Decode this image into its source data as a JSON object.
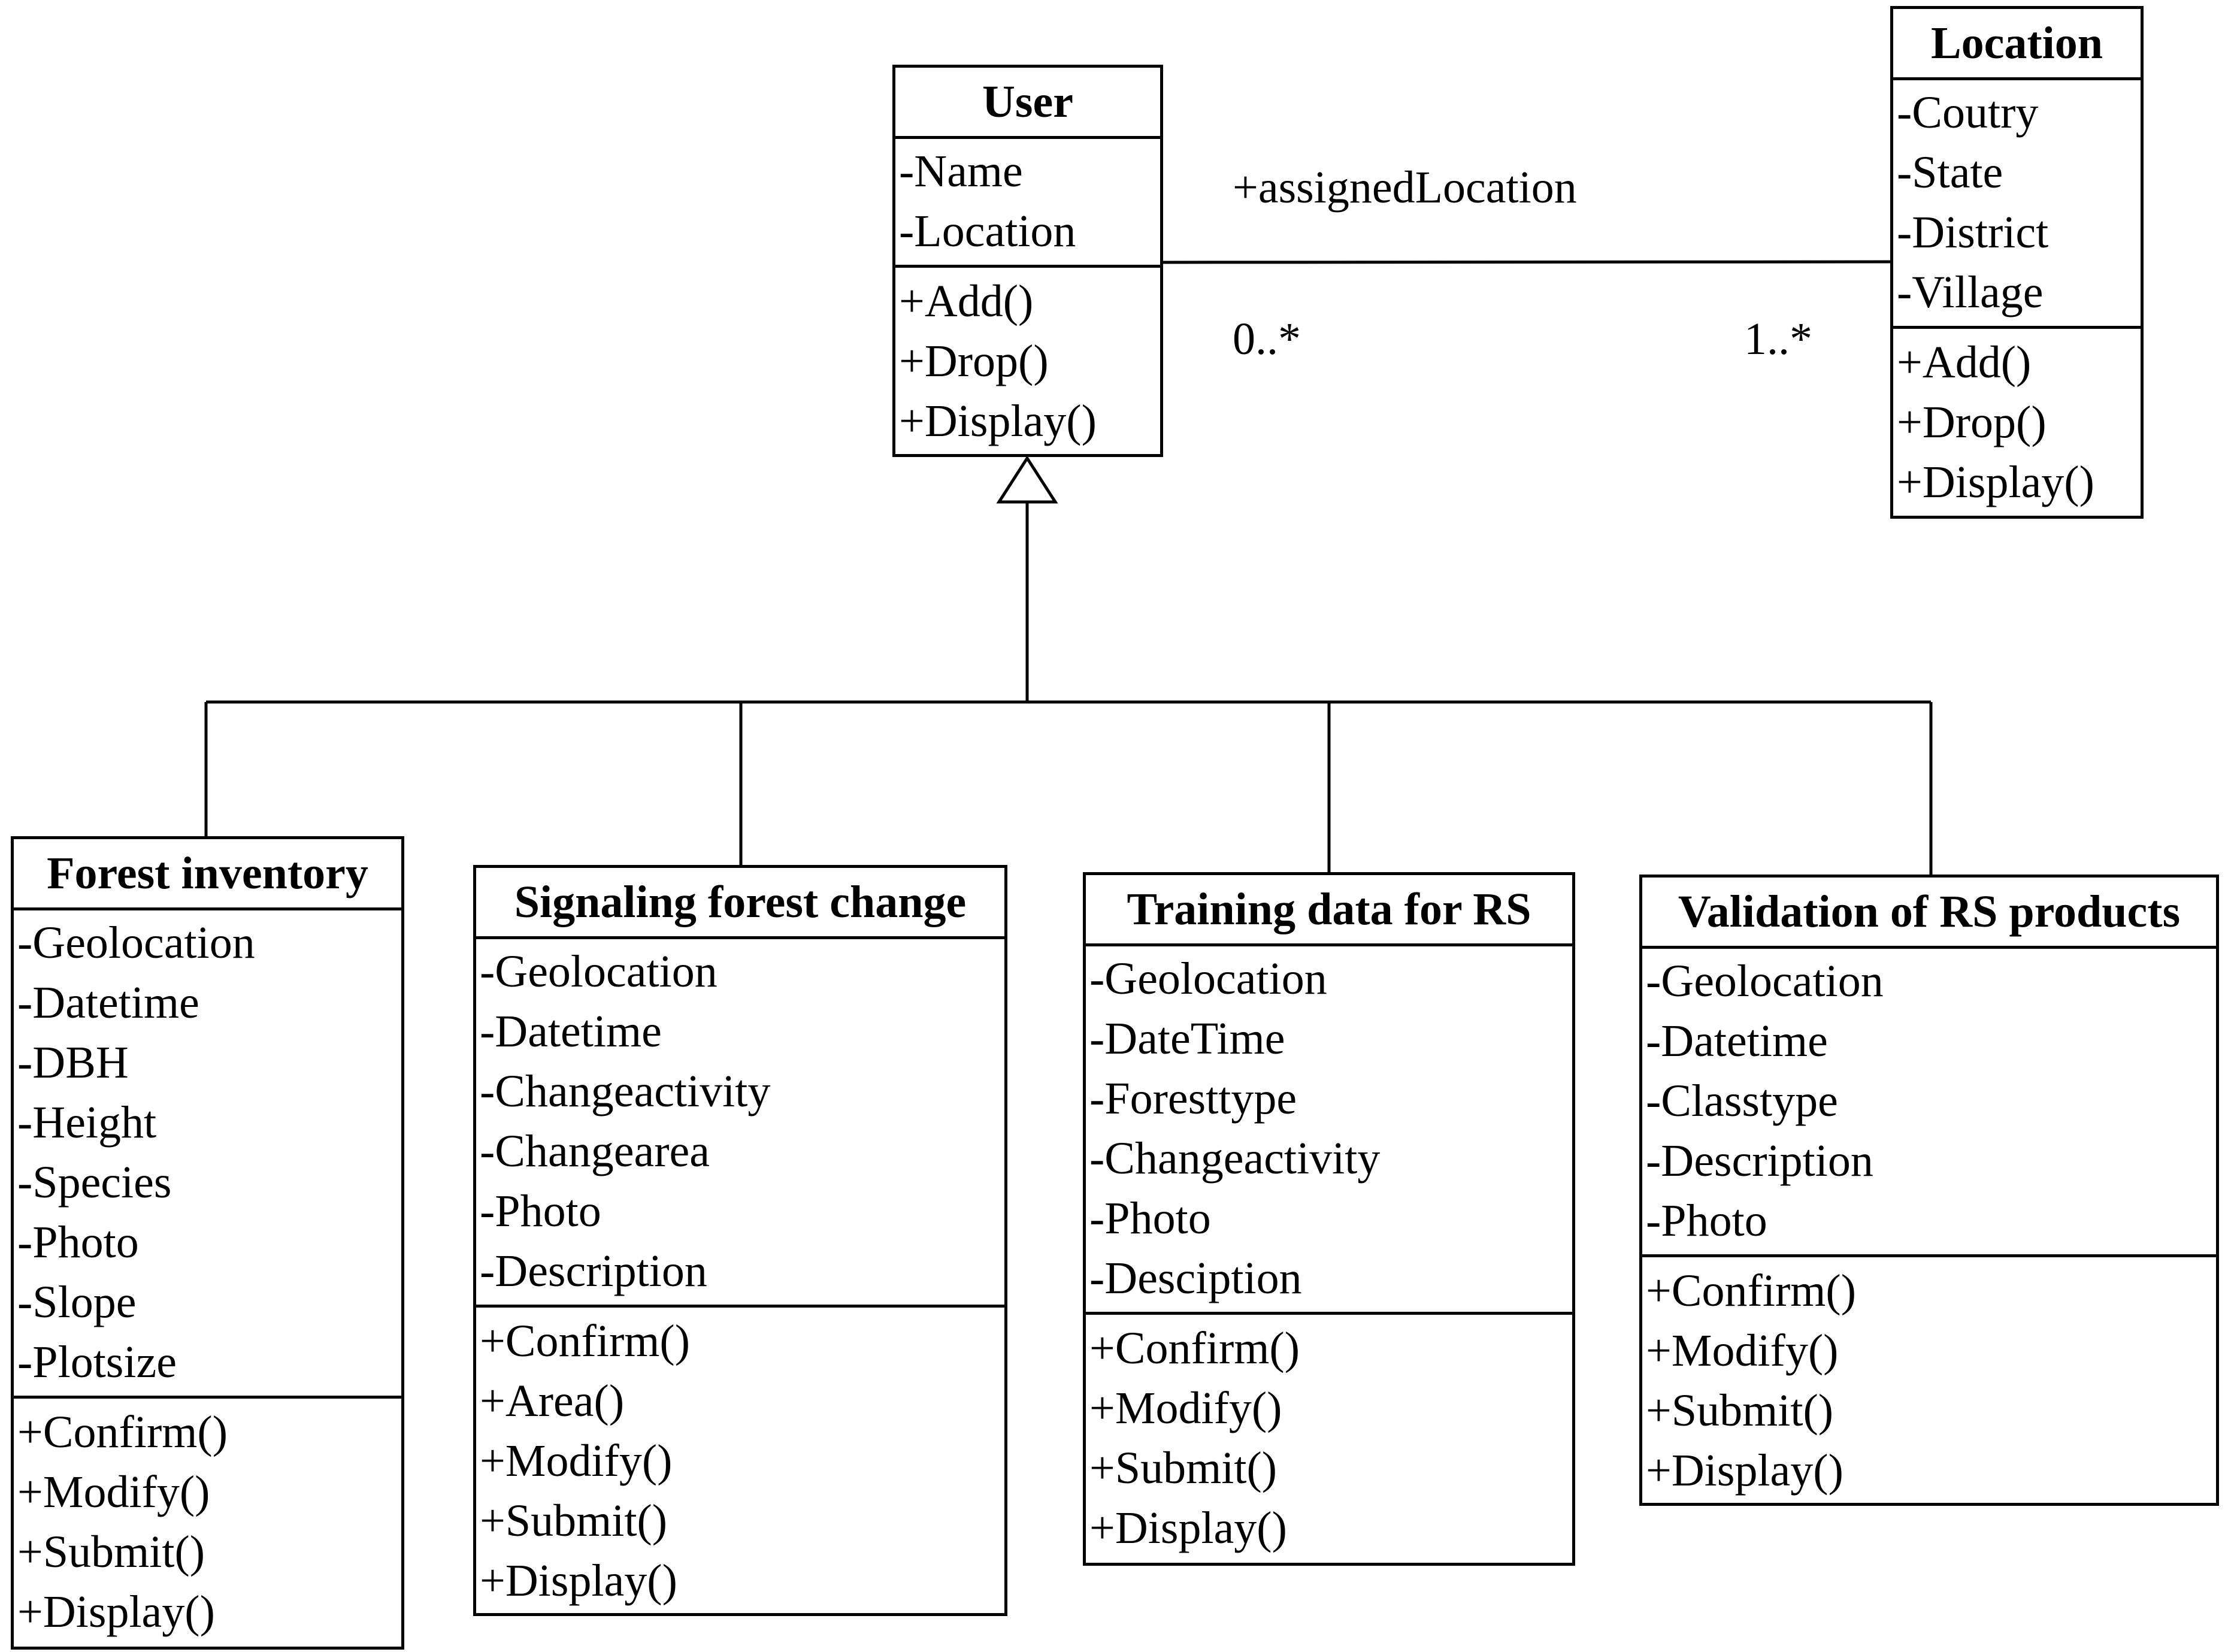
{
  "user_class": {
    "name": "User",
    "attributes": [
      "-Name",
      "-Location"
    ],
    "operations": [
      "+Add()",
      "+Drop()",
      "+Display()"
    ]
  },
  "location_class": {
    "name": "Location",
    "attributes": [
      "-Coutry",
      "-State",
      "-District",
      "-Village"
    ],
    "operations": [
      "+Add()",
      "+Drop()",
      "+Display()"
    ]
  },
  "association": {
    "role": "+assignedLocation",
    "user_multiplicity": "0..*",
    "location_multiplicity": "1..*"
  },
  "subclasses": [
    {
      "name": "Forest inventory",
      "attributes": [
        "-Geolocation",
        "-Datetime",
        "-DBH",
        "-Height",
        "-Species",
        "-Photo",
        "-Slope",
        "-Plotsize"
      ],
      "operations": [
        "+Confirm()",
        "+Modify()",
        "+Submit()",
        "+Display()"
      ]
    },
    {
      "name": "Signaling forest change",
      "attributes": [
        "-Geolocation",
        "-Datetime",
        "-Changeactivity",
        "-Changearea",
        "-Photo",
        "-Description"
      ],
      "operations": [
        "+Confirm()",
        "+Area()",
        "+Modify()",
        "+Submit()",
        "+Display()"
      ]
    },
    {
      "name": "Training data for RS",
      "attributes": [
        "-Geolocation",
        "-DateTime",
        "-Foresttype",
        "-Changeactivity",
        "-Photo",
        "-Desciption"
      ],
      "operations": [
        "+Confirm()",
        "+Modify()",
        "+Submit()",
        "+Display()"
      ]
    },
    {
      "name": "Validation of RS products",
      "attributes": [
        "-Geolocation",
        "-Datetime",
        "-Classtype",
        "-Description",
        "-Photo"
      ],
      "operations": [
        "+Confirm()",
        "+Modify()",
        "+Submit()",
        "+Display()"
      ]
    }
  ]
}
